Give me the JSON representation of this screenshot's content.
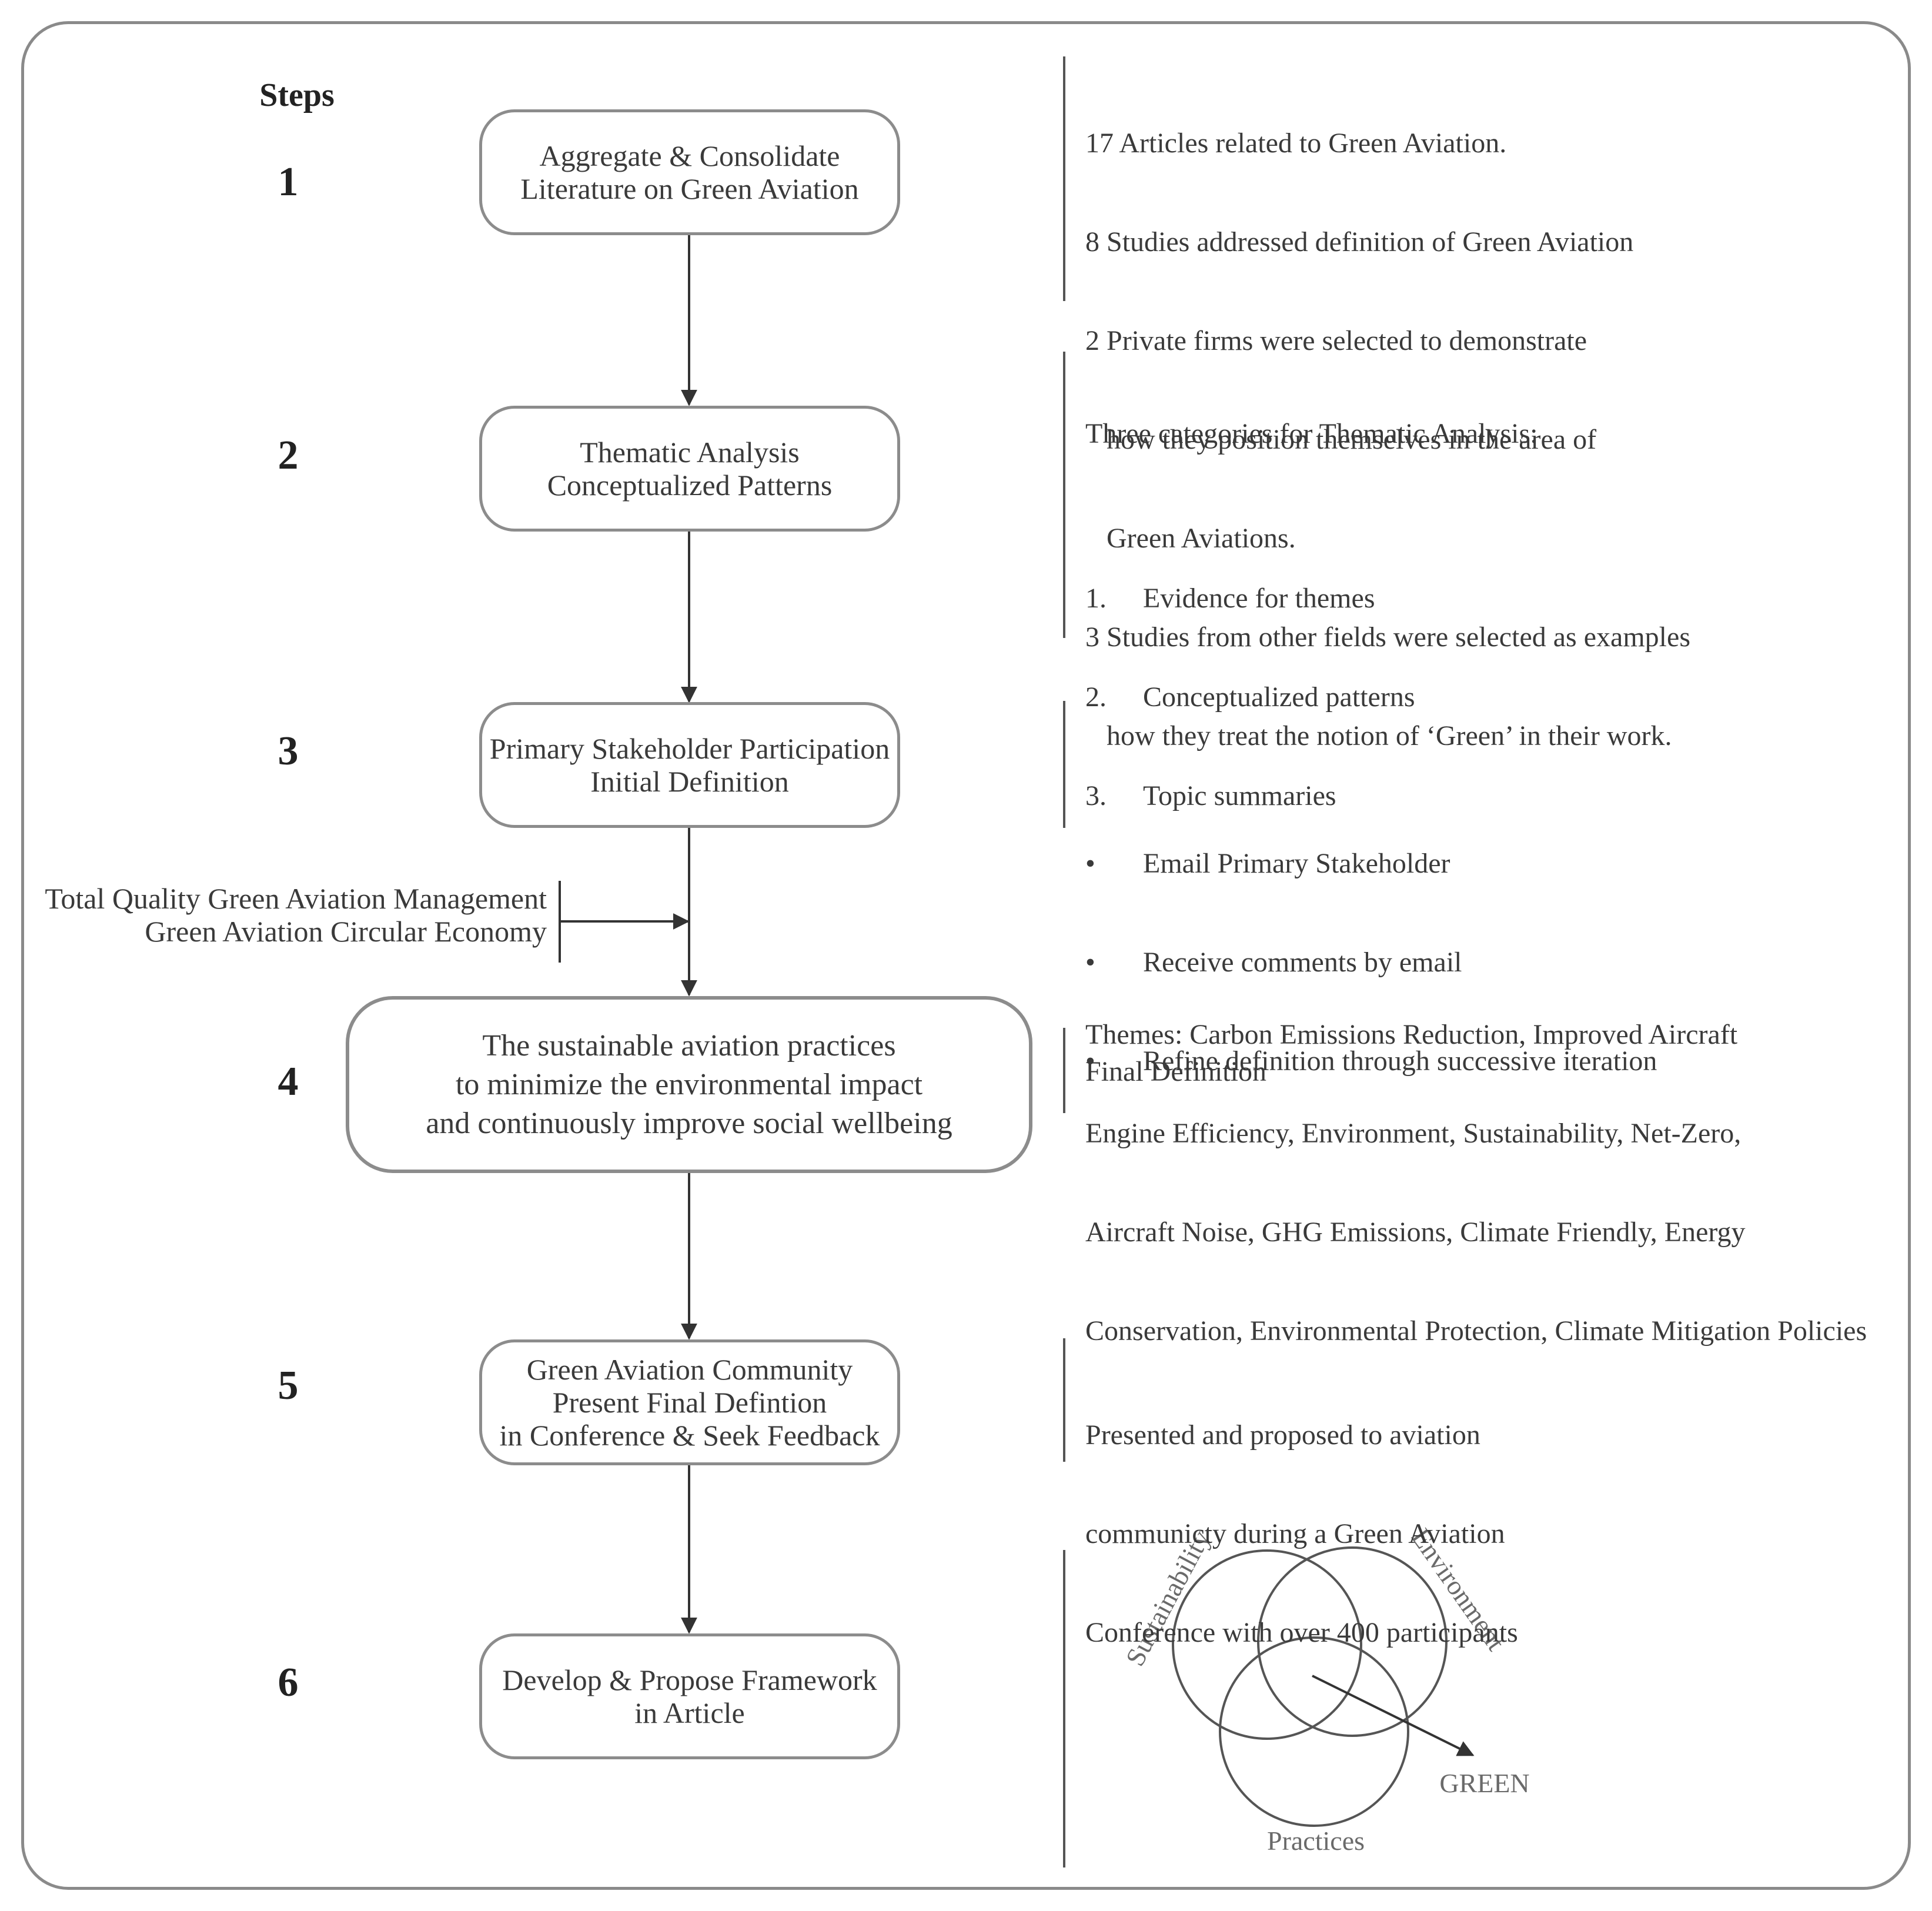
{
  "steps_header": "Steps",
  "steps": [
    {
      "number": "1",
      "box": "Aggregate & Consolidate\nLiterature on Green Aviation"
    },
    {
      "number": "2",
      "box": "Thematic Analysis\nConceptualized Patterns"
    },
    {
      "number": "3",
      "box": "Primary Stakeholder Participation\nInitial Definition"
    },
    {
      "number": "4",
      "box": "The sustainable aviation practices\nto minimize the environmental impact\nand continuously improve social wellbeing"
    },
    {
      "number": "5",
      "box": "Green Aviation Community\nPresent Final Defintion\nin Conference & Seek Feedback"
    },
    {
      "number": "6",
      "box": "Develop & Propose Framework\nin Article"
    }
  ],
  "side_input": {
    "line1": "Total Quality Green Aviation Management",
    "line2": "Green Aviation Circular Economy"
  },
  "notes": {
    "step1": [
      {
        "text": "17 Articles related to Green Aviation.",
        "indent": false
      },
      {
        "text": "8 Studies addressed definition of Green Aviation",
        "indent": false
      },
      {
        "text": "2 Private firms were selected to demonstrate",
        "indent": false
      },
      {
        "text": "how they position themselves in the area of",
        "indent": true
      },
      {
        "text": "Green Aviations.",
        "indent": true
      },
      {
        "text": "3 Studies from other fields were selected as examples",
        "indent": false
      },
      {
        "text": "how they treat the notion of ‘Green’ in their work.",
        "indent": true
      }
    ],
    "step2": {
      "heading": "Three categories for Thematic Analysis:",
      "items": [
        {
          "n": "1.",
          "text": "Evidence for themes"
        },
        {
          "n": "2.",
          "text": "Conceptualized patterns"
        },
        {
          "n": "3.",
          "text": "Topic summaries"
        }
      ],
      "themes": [
        "Themes: Carbon Emissions Reduction, Improved Aircraft",
        "Engine Efficiency, Environment, Sustainability, Net-Zero,",
        "Aircraft Noise, GHG Emissions, Climate Friendly, Energy",
        "Conservation, Environmental Protection, Climate Mitigation Policies"
      ]
    },
    "step3": {
      "bullet": "•",
      "items": [
        "Email Primary Stakeholder",
        "Receive comments by email",
        "Refine definition through successive iteration"
      ]
    },
    "step4": "Final Definition",
    "step5": [
      "Presented and proposed to aviation",
      "communicty during a Green Aviation",
      "Conference with over 400 participants"
    ]
  },
  "venn": {
    "sustainability": "Sustainability",
    "environment": "Environment",
    "practices": "Practices",
    "green": "GREEN"
  },
  "colors": {
    "box_border": "#8c8c8c",
    "line": "#333333",
    "venn": "#555555"
  }
}
